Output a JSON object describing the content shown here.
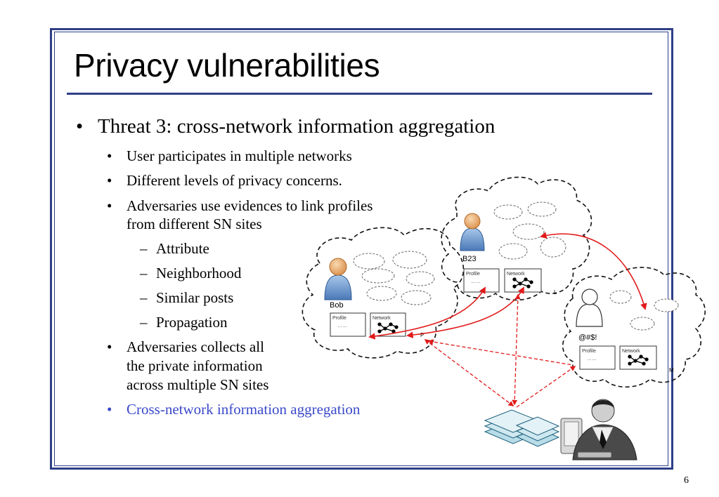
{
  "slide": {
    "title": "Privacy vulnerabilities",
    "page_number": "6",
    "bullets": {
      "main": "Threat 3: cross-network information aggregation",
      "sub1": "User participates in multiple networks",
      "sub2": "Different levels of privacy concerns.",
      "sub3_line1": "Adversaries use evidences to link profiles",
      "sub3_line2": "from different SN sites",
      "dash1": "Attribute",
      "dash2": "Neighborhood",
      "dash3": "Similar posts",
      "dash4": "Propagation",
      "sub4_line1": "Adversaries collects all",
      "sub4_line2": "the private information",
      "sub4_line3": "across multiple SN sites",
      "sub5": "Cross-network information aggregation"
    },
    "bullet_glyphs": {
      "dot": "•",
      "dash": "–"
    }
  },
  "diagram": {
    "networks": [
      {
        "user": "Bob",
        "letter": "P",
        "profile_label": "Profile",
        "network_label": "Network",
        "profile_dots": "……"
      },
      {
        "user": "B23",
        "letter": "L",
        "profile_label": "Profile",
        "network_label": "Network",
        "profile_dots": "……"
      },
      {
        "user": "@#$!",
        "letter": "M",
        "profile_label": "Profile",
        "network_label": "Network",
        "profile_dots": "……"
      }
    ],
    "colors": {
      "link_arrows": "#e21a1a",
      "frame": "#2f3f86",
      "highlight_text": "#3a49c9"
    },
    "icons": [
      "user-icon",
      "cloud-icon",
      "network-graph-icon",
      "documents-stack-icon",
      "adversary-person-icon"
    ]
  }
}
